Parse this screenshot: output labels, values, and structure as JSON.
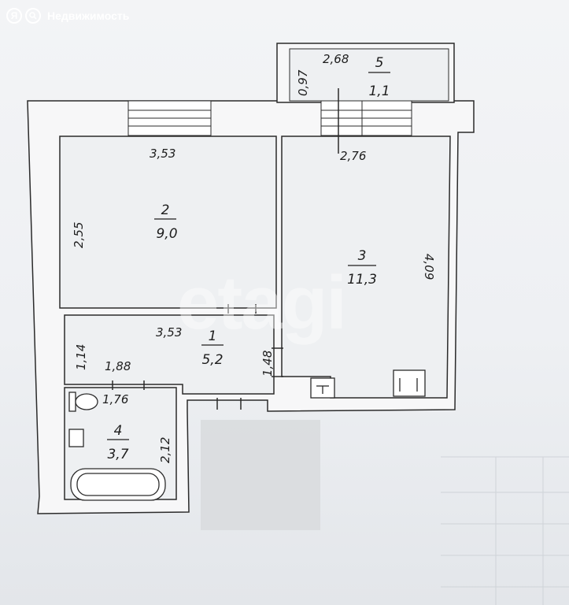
{
  "brand": {
    "logo_glyph": "Я",
    "name": "Недвижимость"
  },
  "watermark": "etagi",
  "rooms": [
    {
      "id": "1",
      "area": "5,2"
    },
    {
      "id": "2",
      "area": "9,0"
    },
    {
      "id": "3",
      "area": "11,3"
    },
    {
      "id": "4",
      "area": "3,7"
    },
    {
      "id": "5",
      "area": "1,1"
    }
  ],
  "dimensions": {
    "room2_width": "3,53",
    "room2_height": "2,55",
    "room1_width": "3,53",
    "room1_height": "1,48",
    "hall_left_height": "1,14",
    "hall_bottom_width": "1,88",
    "room3_width": "2,76",
    "room3_height": "4,09",
    "balcony_width": "2,68",
    "balcony_height": "0,97",
    "bath_width": "1,76",
    "bath_height": "2,12"
  },
  "colors": {
    "wall": "#f7f7f8",
    "line": "#2b2b2b",
    "redacted": "#d8dadd"
  }
}
